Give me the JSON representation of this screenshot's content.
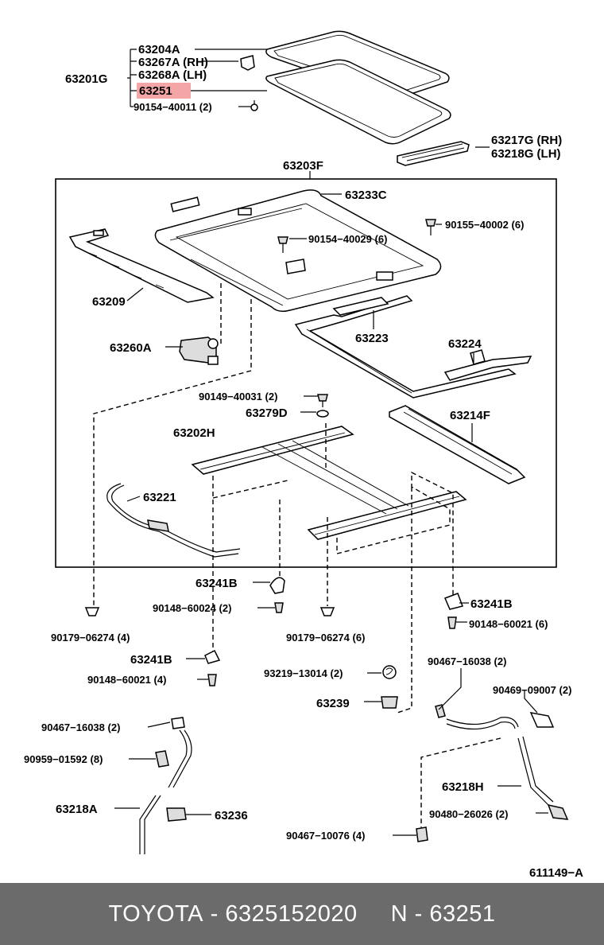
{
  "diagram": {
    "labels": {
      "l63204A": "63204A",
      "l63267A": "63267A (RH)",
      "l63268A": "63268A (LH)",
      "l63201G": "63201G",
      "l63251": "63251",
      "l90154_40011": "90154−40011 (2)",
      "l63217G": "63217G (RH)",
      "l63218G": "63218G (LH)",
      "l63203F": "63203F",
      "l63233C": "63233C",
      "l90155_40002": "90155−40002 (6)",
      "l90154_40029": "90154−40029 (6)",
      "l63209": "63209",
      "l63223": "63223",
      "l63224": "63224",
      "l63260A": "63260A",
      "l90149_40031": "90149−40031 (2)",
      "l63279D": "63279D",
      "l63214F": "63214F",
      "l63202H": "63202H",
      "l63221": "63221",
      "l63241B_a": "63241B",
      "l90148_60024": "90148−60024 (2)",
      "l63241B_b": "63241B",
      "l90148_60021_6": "90148−60021 (6)",
      "l90179_06274_4": "90179−06274 (4)",
      "l90179_06274_6": "90179−06274 (6)",
      "l63241B_c": "63241B",
      "l90148_60021_4": "90148−60021 (4)",
      "l90467_16038_r": "90467−16038 (2)",
      "l93219_13014": "93219−13014 (2)",
      "l90469_09007": "90469−09007 (2)",
      "l63239": "63239",
      "l90467_16038_l": "90467−16038 (2)",
      "l90959_01592": "90959−01592 (8)",
      "l63218H": "63218H",
      "l90480_26026": "90480−26026 (2)",
      "l63218A": "63218A",
      "l63236": "63236",
      "l90467_10076": "90467−10076 (4)",
      "l611149A": "611149−A"
    },
    "highlight_color": "#f4a6a6"
  },
  "footer": {
    "brand": "TOYOTA",
    "separator1": "-",
    "part_number": "6325152020",
    "code_prefix": "N",
    "separator2": "-",
    "code": "63251"
  }
}
